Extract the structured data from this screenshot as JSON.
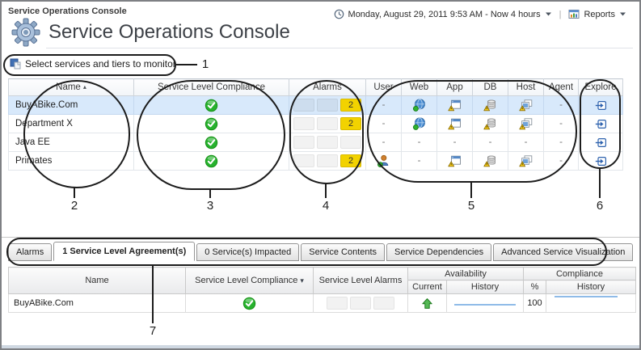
{
  "header": {
    "breadcrumb": "Service Operations Console",
    "title": "Service Operations Console",
    "title_icon": "gear-icon"
  },
  "topbar": {
    "time_icon": "clock-icon",
    "time_range": "Monday, August 29, 2011 9:53 AM - Now 4 hours",
    "time_dropdown_icon": "chevron-down-icon",
    "divider": "|",
    "reports_icon": "report-chart-icon",
    "reports_label": "Reports",
    "reports_dropdown_icon": "chevron-down-icon"
  },
  "toolbar": {
    "select_icon": "select-services-icon",
    "select_services_label": "Select services and tiers to monitor"
  },
  "services_table": {
    "headers": {
      "name": "Name",
      "compliance": "Service Level Compliance",
      "alarms": "Alarms",
      "user": "User",
      "web": "Web",
      "app": "App",
      "db": "DB",
      "host": "Host",
      "agent": "Agent",
      "explore": "Explore"
    },
    "sort": {
      "column": "Name",
      "direction": "ascending"
    },
    "rows": [
      {
        "name": "BuyABike.Com",
        "selected": true,
        "compliance": {
          "icon": "compliance-ok-icon"
        },
        "alarm_cells": [
          {
            "text": ""
          },
          {
            "text": ""
          },
          {
            "text": "2",
            "severity": "minor"
          }
        ],
        "user": {
          "text": "-"
        },
        "web": {
          "icon": "web-globe-available-icon"
        },
        "app": {
          "icon": "app-tier-warning-icon"
        },
        "db": {
          "icon": "db-tier-warning-icon"
        },
        "host": {
          "icon": "host-tier-warning-icon"
        },
        "agent": {
          "text": "-"
        },
        "explore": {
          "icon": "explore-icon"
        }
      },
      {
        "name": "Department X",
        "selected": false,
        "compliance": {
          "icon": "compliance-ok-icon"
        },
        "alarm_cells": [
          {
            "text": ""
          },
          {
            "text": ""
          },
          {
            "text": "2",
            "severity": "minor"
          }
        ],
        "user": {
          "text": "-"
        },
        "web": {
          "icon": "web-globe-available-icon"
        },
        "app": {
          "icon": "app-tier-warning-icon"
        },
        "db": {
          "icon": "db-tier-warning-icon"
        },
        "host": {
          "icon": "host-tier-warning-icon"
        },
        "agent": {
          "text": "-"
        },
        "explore": {
          "icon": "explore-icon"
        }
      },
      {
        "name": "Java EE",
        "selected": false,
        "compliance": {
          "icon": "compliance-ok-icon"
        },
        "alarm_cells": [
          {
            "text": ""
          },
          {
            "text": ""
          },
          {
            "text": ""
          }
        ],
        "user": {
          "text": "-"
        },
        "web": {
          "text": "-"
        },
        "app": {
          "text": "-"
        },
        "db": {
          "text": "-"
        },
        "host": {
          "text": "-"
        },
        "agent": {
          "text": "-"
        },
        "explore": {
          "icon": "explore-icon"
        }
      },
      {
        "name": "Primates",
        "selected": false,
        "compliance": {
          "icon": "compliance-ok-icon"
        },
        "alarm_cells": [
          {
            "text": ""
          },
          {
            "text": ""
          },
          {
            "text": "2",
            "severity": "minor"
          }
        ],
        "user": {
          "icon": "user-tier-available-icon"
        },
        "web": {
          "text": "-"
        },
        "app": {
          "icon": "app-tier-warning-icon"
        },
        "db": {
          "icon": "db-tier-warning-icon"
        },
        "host": {
          "icon": "host-tier-warning-icon"
        },
        "agent": {
          "text": "-"
        },
        "explore": {
          "icon": "explore-icon"
        }
      }
    ]
  },
  "tabs": [
    {
      "label": "Alarms",
      "active": false
    },
    {
      "label": "1 Service Level Agreement(s)",
      "active": true
    },
    {
      "label": "0 Service(s) Impacted",
      "active": false
    },
    {
      "label": "Service Contents",
      "active": false
    },
    {
      "label": "Service Dependencies",
      "active": false
    },
    {
      "label": "Advanced Service Visualization",
      "active": false
    }
  ],
  "sla_table": {
    "headers": {
      "name": "Name",
      "compliance": "Service Level Compliance",
      "compliance_dropdown_icon": "chevron-down-icon",
      "alarms": "Service Level Alarms",
      "availability_group": "Availability",
      "current": "Current",
      "availability_history": "History",
      "percent": "%",
      "compliance_group": "Compliance",
      "compliance_history": "History"
    },
    "rows": [
      {
        "name": "BuyABike.Com",
        "compliance": {
          "icon": "compliance-ok-icon"
        },
        "alarm_cells": [
          {
            "text": ""
          },
          {
            "text": ""
          },
          {
            "text": ""
          }
        ],
        "availability_current": {
          "icon": "availability-up-icon"
        },
        "availability_history": {
          "sparkline": true
        },
        "percent": "100",
        "compliance_history": {
          "sparkline": true
        }
      }
    ]
  },
  "callouts": [
    {
      "label": "1"
    },
    {
      "label": "2"
    },
    {
      "label": "3"
    },
    {
      "label": "4"
    },
    {
      "label": "5"
    },
    {
      "label": "6"
    },
    {
      "label": "7"
    }
  ],
  "colors": {
    "selected_row": "#D8E9FB",
    "alarm_minor_yellow": "#F2D200",
    "accent_blue": "#2E62AE",
    "ok_green": "#2FAE3C",
    "sparkline_blue": "#8FBBE8"
  }
}
